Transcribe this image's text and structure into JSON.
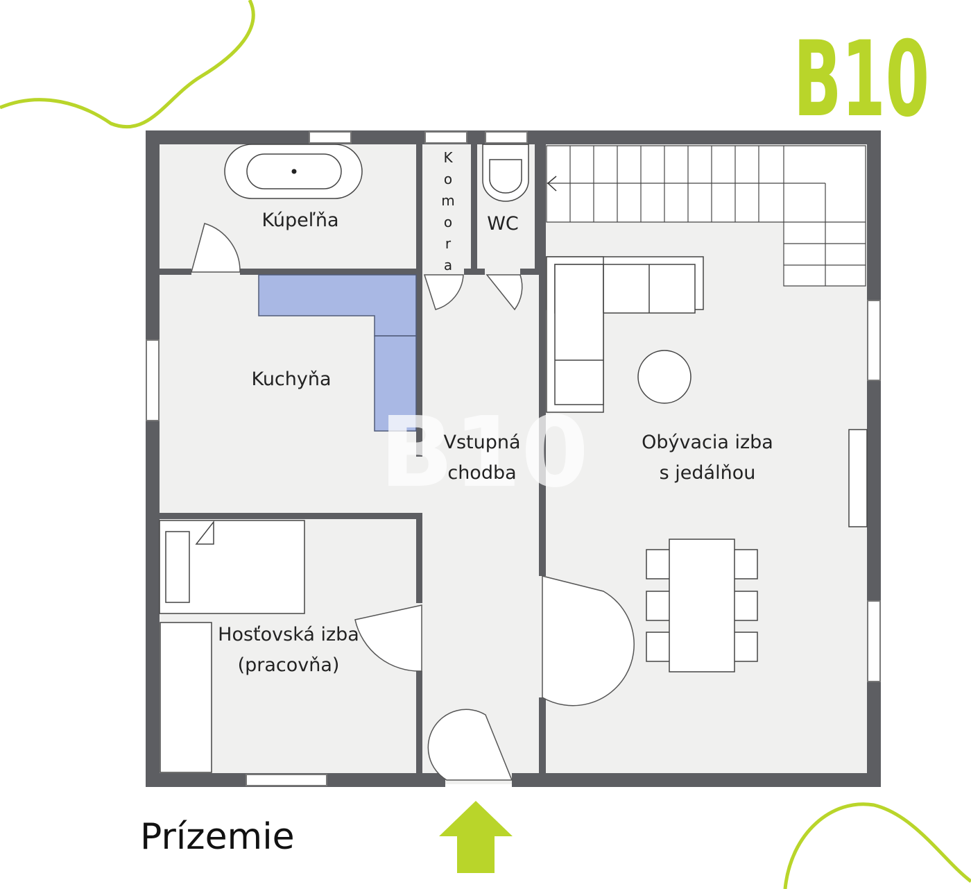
{
  "brand": {
    "logo_text": "B10",
    "watermark_text": "B10",
    "accent_color": "#b9d52a"
  },
  "floor_label": "Prízemie",
  "rooms": {
    "bathroom": "Kúpeľňa",
    "pantry_letters": [
      "K",
      "o",
      "m",
      "o",
      "r",
      "a"
    ],
    "wc": "WC",
    "kitchen": "Kuchyňa",
    "hallway_line1": "Vstupná",
    "hallway_line2": "chodba",
    "living_line1": "Obývacia izba",
    "living_line2": "s jedálňou",
    "guest_line1": "Hosťovská izba",
    "guest_line2": "(pracovňa)"
  },
  "colors": {
    "wall": "#5d5e62",
    "floor": "#f0f0ef",
    "kitchen_counter": "#a9b8e4",
    "furniture": "#ffffff"
  },
  "icons": [
    "entrance-arrow-icon",
    "stairs-direction-icon"
  ]
}
